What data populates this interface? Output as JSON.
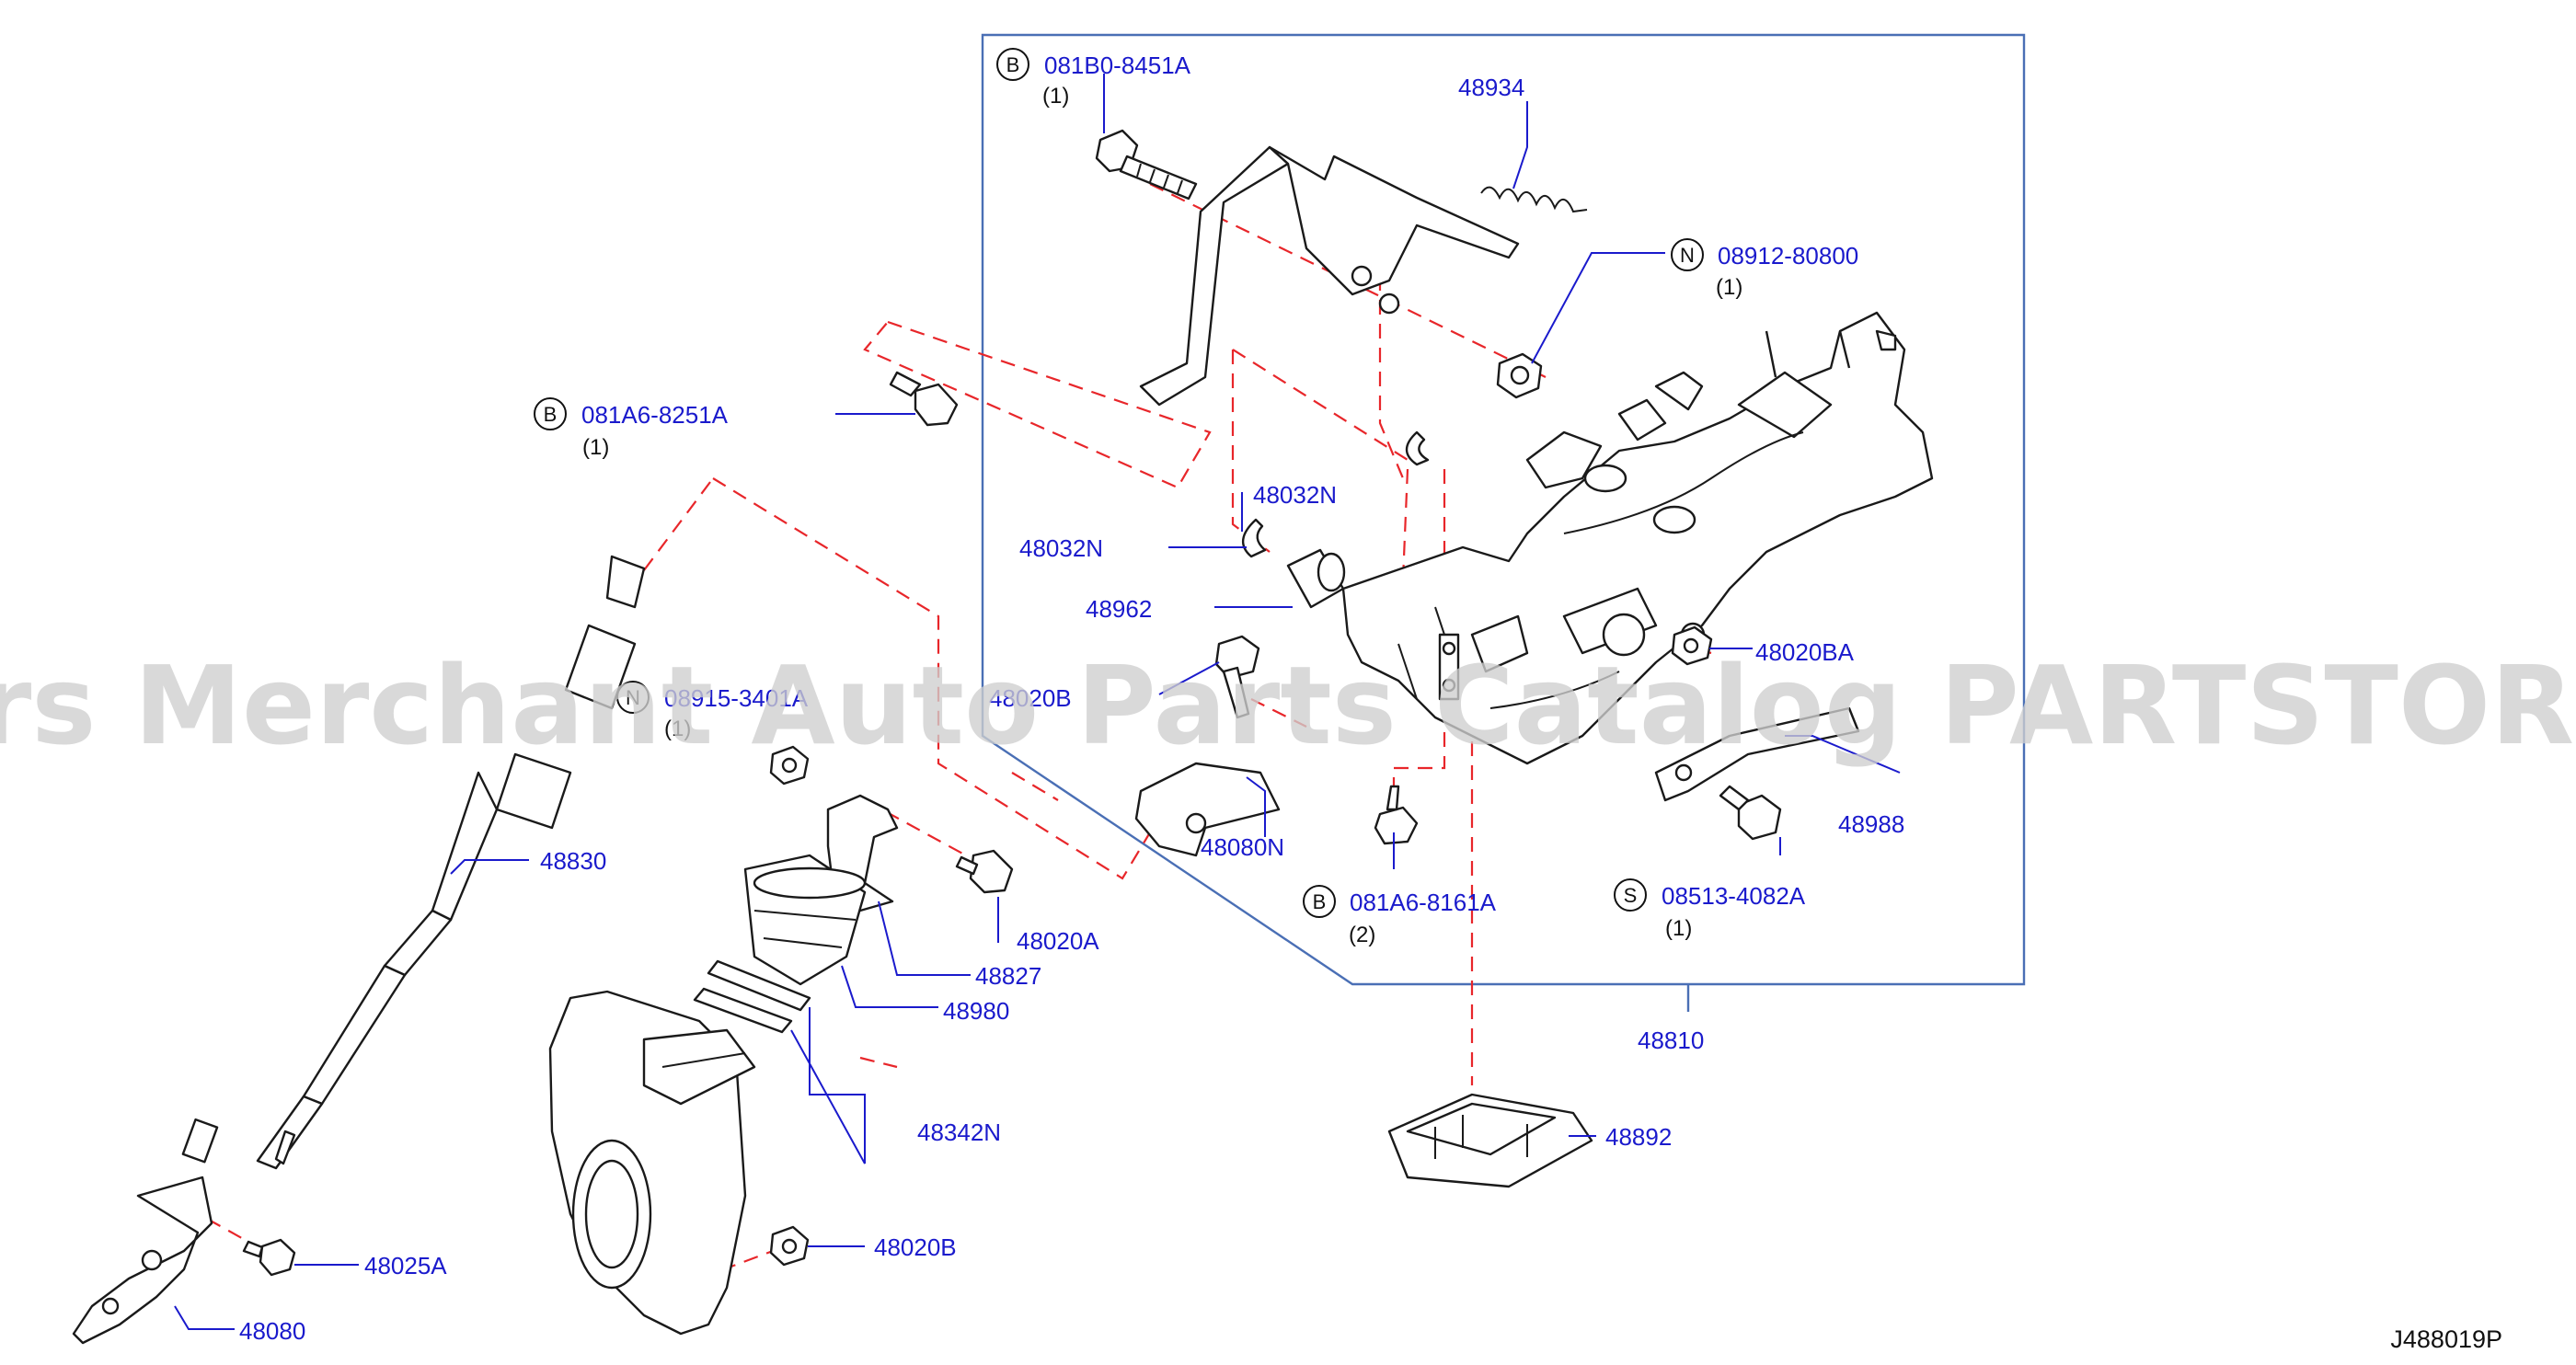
{
  "diagram_code": "J488019P",
  "watermark": "Offers Merchant Auto Parts Catalog PARTSTORE.SA",
  "colors": {
    "label": "#1a1acc",
    "dash": "#e8262a",
    "frame": "#4a6fb5",
    "watermark": "#cfcfcf"
  },
  "callouts": {
    "b_081b0": {
      "prefix": "B",
      "part": "081B0-8451A",
      "qty": "(1)"
    },
    "n_08912": {
      "prefix": "N",
      "part": "08912-80800",
      "qty": "(1)"
    },
    "b_081a6_8251": {
      "prefix": "B",
      "part": "081A6-8251A",
      "qty": "(1)"
    },
    "n_obscured": {
      "prefix": "N",
      "part": "08915-3401A",
      "qty": "(1)"
    },
    "b_081a6_8161": {
      "prefix": "B",
      "part": "081A6-8161A",
      "qty": "(2)"
    },
    "s_08513": {
      "prefix": "S",
      "part": "08513-4082A",
      "qty": "(1)"
    }
  },
  "labels": {
    "p48934": "48934",
    "p48032n_a": "48032N",
    "p48032n_b": "48032N",
    "p48962": "48962",
    "p48020ba": "48020BA",
    "p48020b_top": "48020B",
    "p48988": "48988",
    "p48080n": "48080N",
    "p48830": "48830",
    "p48020a": "48020A",
    "p48827": "48827",
    "p48980": "48980",
    "p48810": "48810",
    "p48342n": "48342N",
    "p48892": "48892",
    "p48025a": "48025A",
    "p48020b": "48020B",
    "p48080": "48080"
  }
}
